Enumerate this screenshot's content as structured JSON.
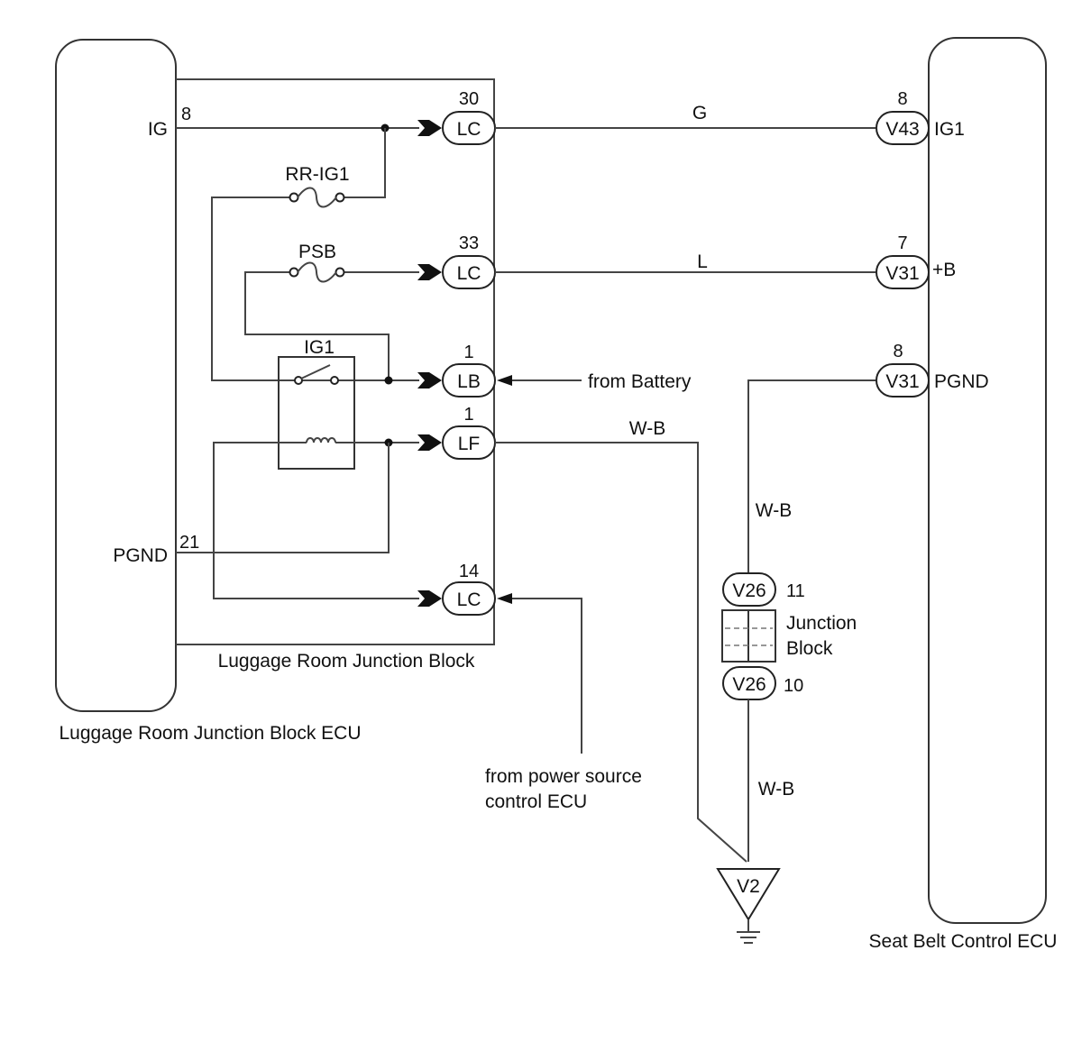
{
  "ecu_left": {
    "name": "Luggage Room Junction Block ECU",
    "terminal_ig": "IG",
    "pin_ig": "8",
    "terminal_pgnd": "PGND",
    "pin_pgnd": "21"
  },
  "junction_block": {
    "name": "Luggage Room Junction Block",
    "fuse_rr_ig1": "RR-IG1",
    "fuse_psb": "PSB",
    "relay": "IG1"
  },
  "connectors": {
    "lc30": {
      "code": "LC",
      "pin": "30"
    },
    "lc33": {
      "code": "LC",
      "pin": "33"
    },
    "lb1": {
      "code": "LB",
      "pin": "1"
    },
    "lf1": {
      "code": "LF",
      "pin": "1"
    },
    "lc14": {
      "code": "LC",
      "pin": "14"
    },
    "v43_8": {
      "code": "V43",
      "pin": "8"
    },
    "v31_7": {
      "code": "V31",
      "pin": "7"
    },
    "v31_8": {
      "code": "V31",
      "pin": "8"
    },
    "v26_11": {
      "code": "V26",
      "pin": "11"
    },
    "v26_10": {
      "code": "V26",
      "pin": "10"
    },
    "v2": {
      "code": "V2"
    }
  },
  "wires": {
    "g": "G",
    "l": "L",
    "wb_lf": "W-B",
    "wb_upper": "W-B",
    "wb_lower": "W-B"
  },
  "notes": {
    "from_battery": "from Battery",
    "from_power_source_1": "from power source",
    "from_power_source_2": "control ECU",
    "jb_label_1": "Junction",
    "jb_label_2": "Block"
  },
  "ecu_right": {
    "name": "Seat Belt Control ECU",
    "terminal_ig1": "IG1",
    "terminal_b": "+B",
    "terminal_pgnd": "PGND"
  }
}
